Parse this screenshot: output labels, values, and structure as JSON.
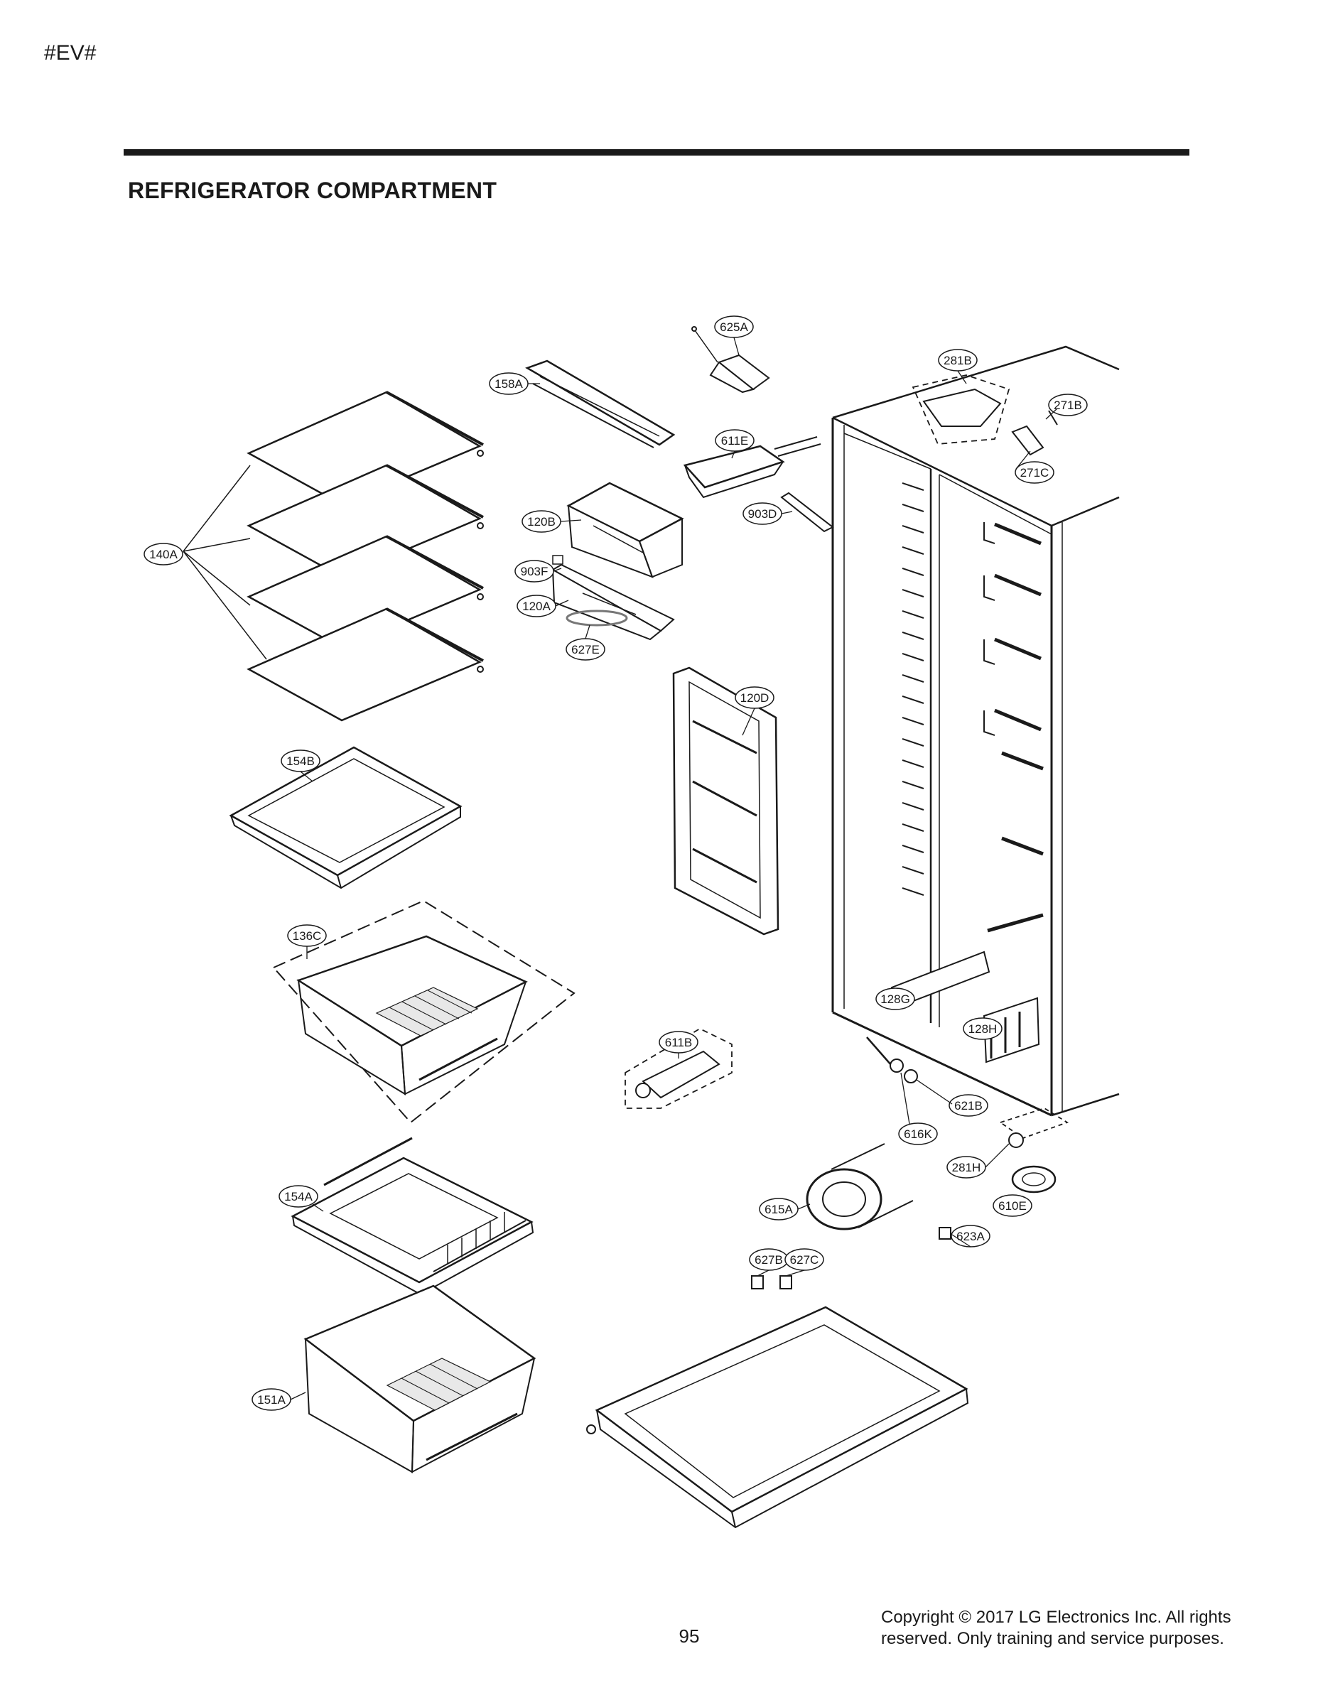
{
  "header": {
    "model_tag": "#EV#",
    "title": "REFRIGERATOR COMPARTMENT"
  },
  "callouts": [
    {
      "id": "625A"
    },
    {
      "id": "281B"
    },
    {
      "id": "158A"
    },
    {
      "id": "271B"
    },
    {
      "id": "611E"
    },
    {
      "id": "271C"
    },
    {
      "id": "120B"
    },
    {
      "id": "903D"
    },
    {
      "id": "140A"
    },
    {
      "id": "903F"
    },
    {
      "id": "120A"
    },
    {
      "id": "627E"
    },
    {
      "id": "120D"
    },
    {
      "id": "154B"
    },
    {
      "id": "136C"
    },
    {
      "id": "128G"
    },
    {
      "id": "128H"
    },
    {
      "id": "611B"
    },
    {
      "id": "621B"
    },
    {
      "id": "616K"
    },
    {
      "id": "281H"
    },
    {
      "id": "154A"
    },
    {
      "id": "610E"
    },
    {
      "id": "615A"
    },
    {
      "id": "623A"
    },
    {
      "id": "627B"
    },
    {
      "id": "627C"
    },
    {
      "id": "151A"
    }
  ],
  "footer": {
    "page_number": "95",
    "copyright_line1": "Copyright © 2017 LG Electronics Inc. All rights",
    "copyright_line2": "reserved. Only training and service purposes."
  }
}
